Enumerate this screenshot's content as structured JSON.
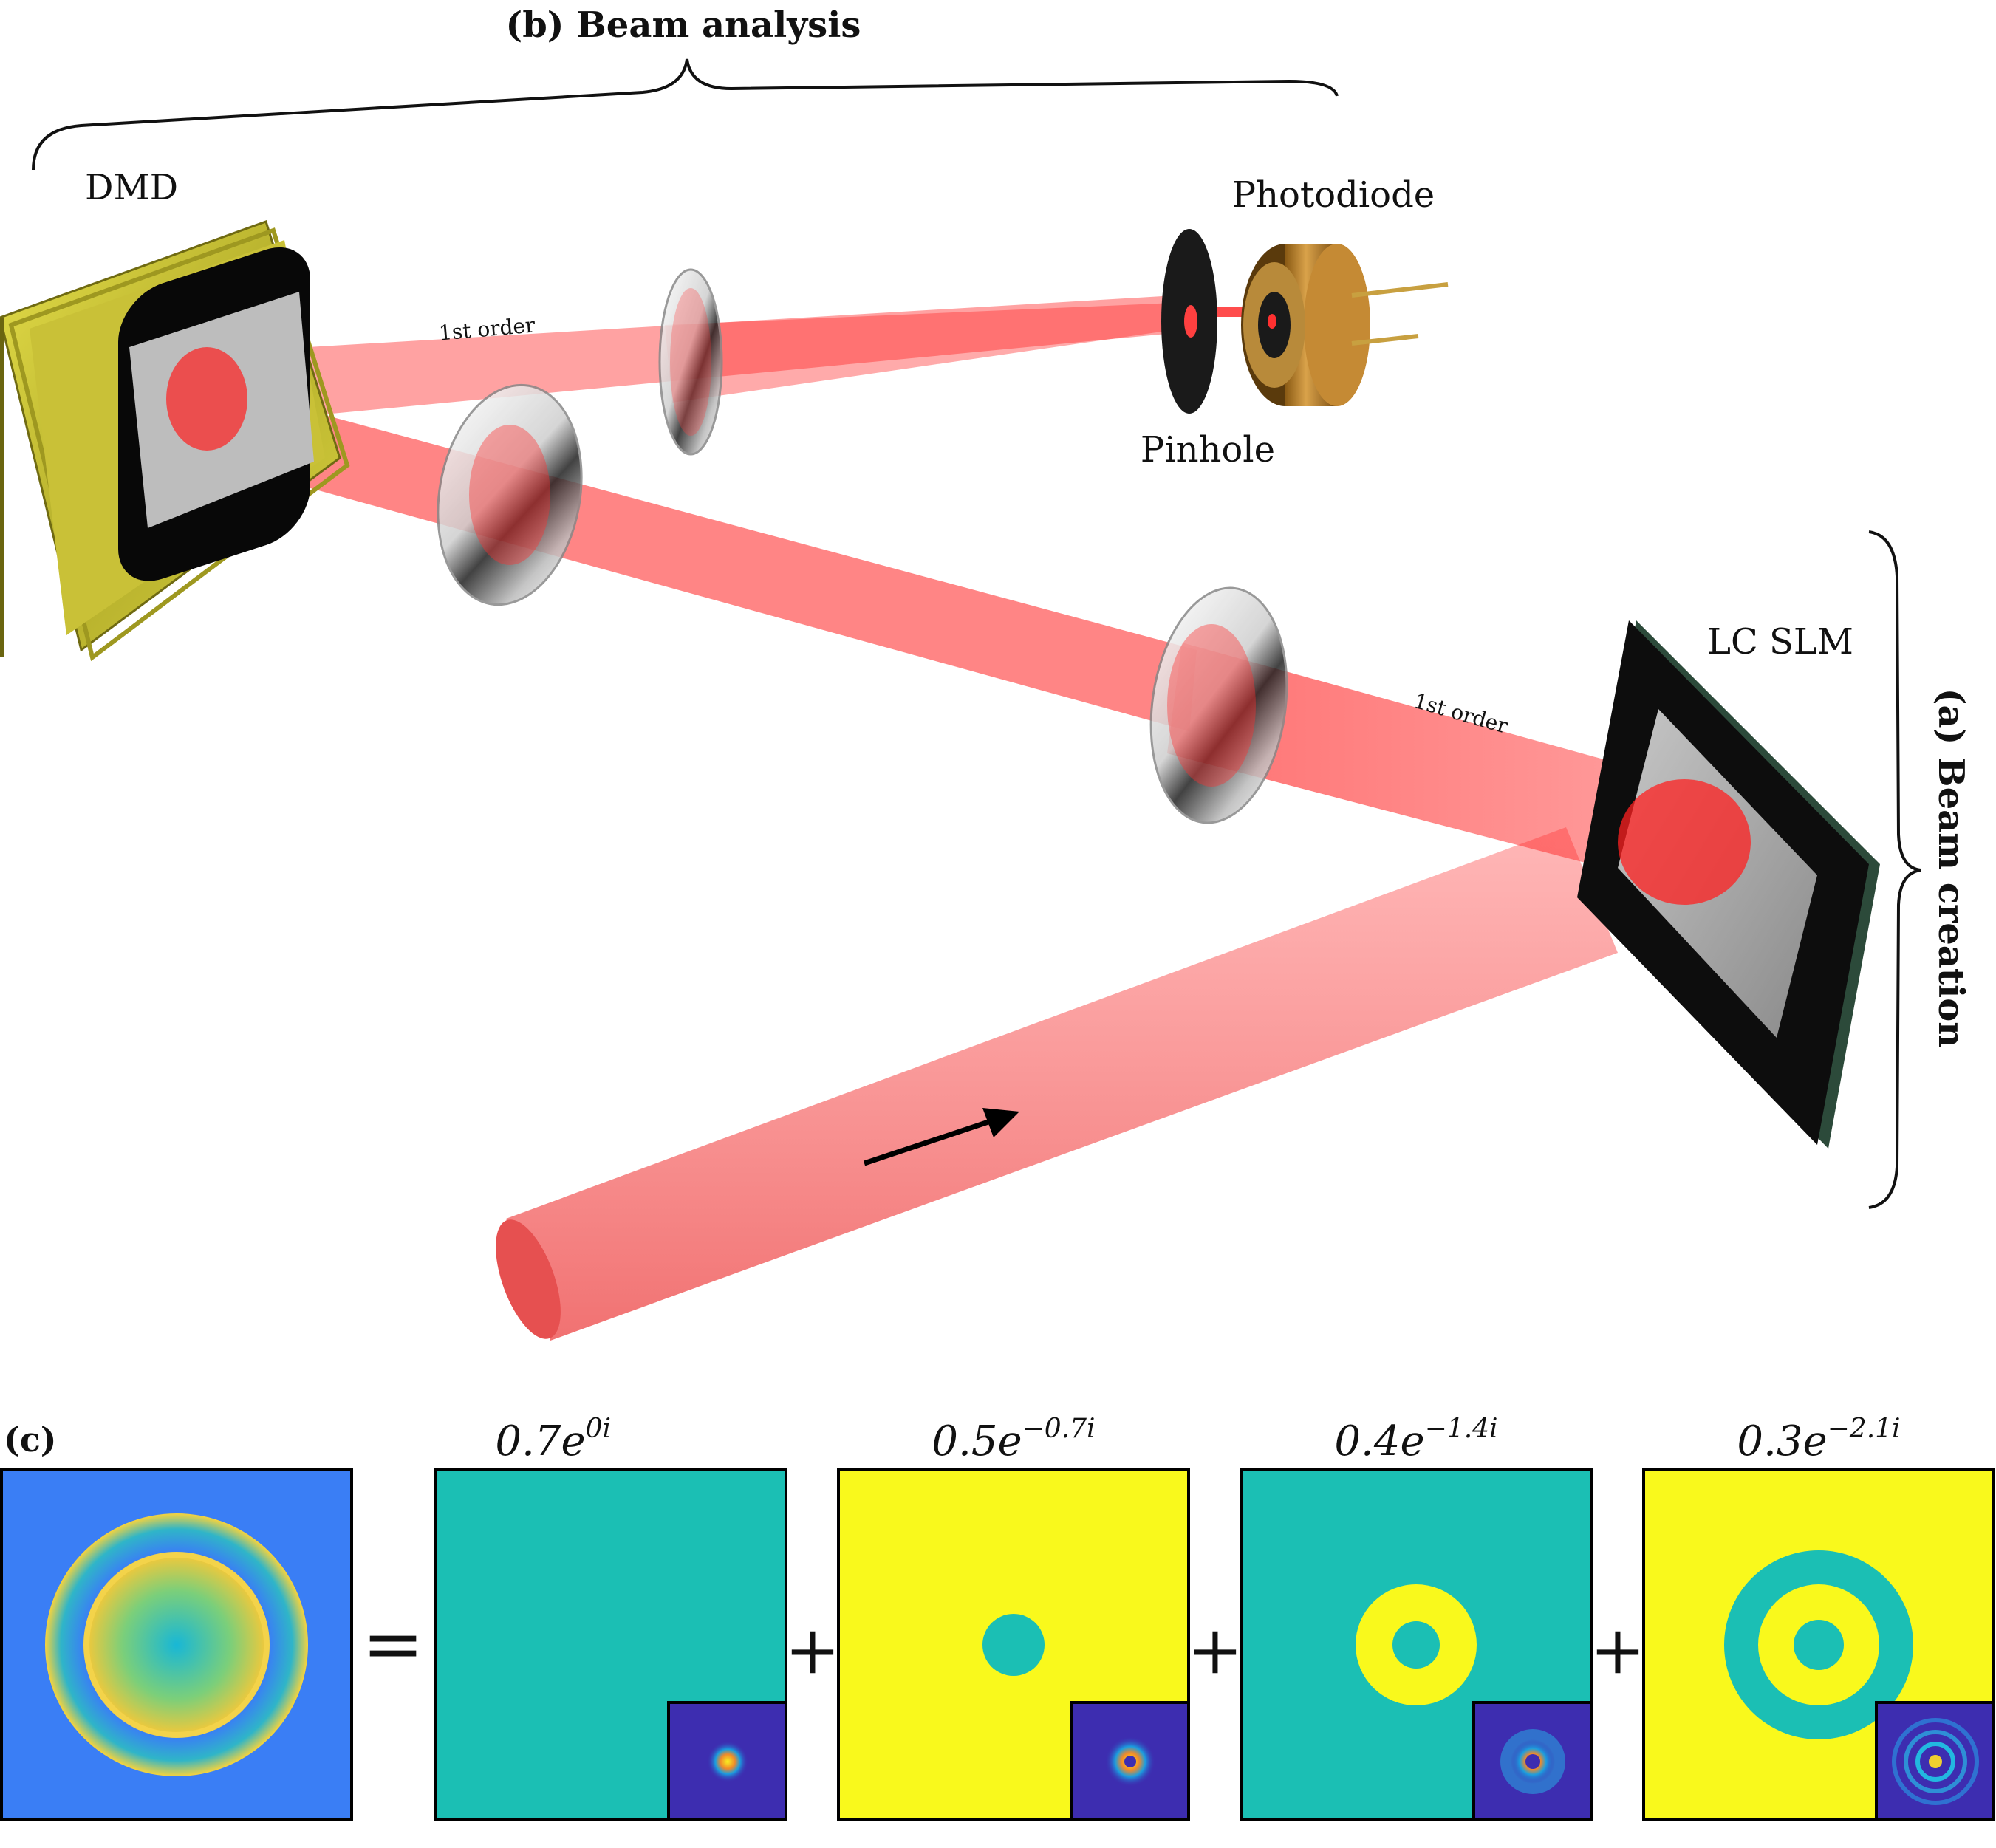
{
  "labels": {
    "beam_analysis": "(b) Beam analysis",
    "beam_creation": "(a) Beam creation",
    "dmd": "DMD",
    "photodiode": "Photodiode",
    "pinhole": "Pinhole",
    "lc_slm": "LC SLM",
    "first_order_top": "1st order",
    "first_order_right": "1st order",
    "panel_c": "(c)"
  },
  "decomposition": {
    "equals": "=",
    "plus": "+",
    "terms": [
      {
        "coef": "0.7",
        "base": "e",
        "exp": "0i"
      },
      {
        "coef": "0.5",
        "base": "e",
        "exp": "−0.7i"
      },
      {
        "coef": "0.4",
        "base": "e",
        "exp": "−1.4i"
      },
      {
        "coef": "0.3",
        "base": "e",
        "exp": "−2.1i"
      }
    ]
  },
  "colors": {
    "beam_red": "#ff2020",
    "teal": "#1bbfb4",
    "yellow": "#f9f91c",
    "phase_blue": "#3a7ef5",
    "inset_bg": "#3d2db0",
    "dmd_gold": "#c8c23a",
    "slm_black": "#0d0d0d"
  },
  "icons": {
    "dmd": "mirror-device-icon",
    "slm": "slm-panel-icon",
    "photodiode": "photodiode-icon",
    "pinhole": "pinhole-icon",
    "lens": "lens-icon",
    "arrow": "arrow-right-icon"
  }
}
